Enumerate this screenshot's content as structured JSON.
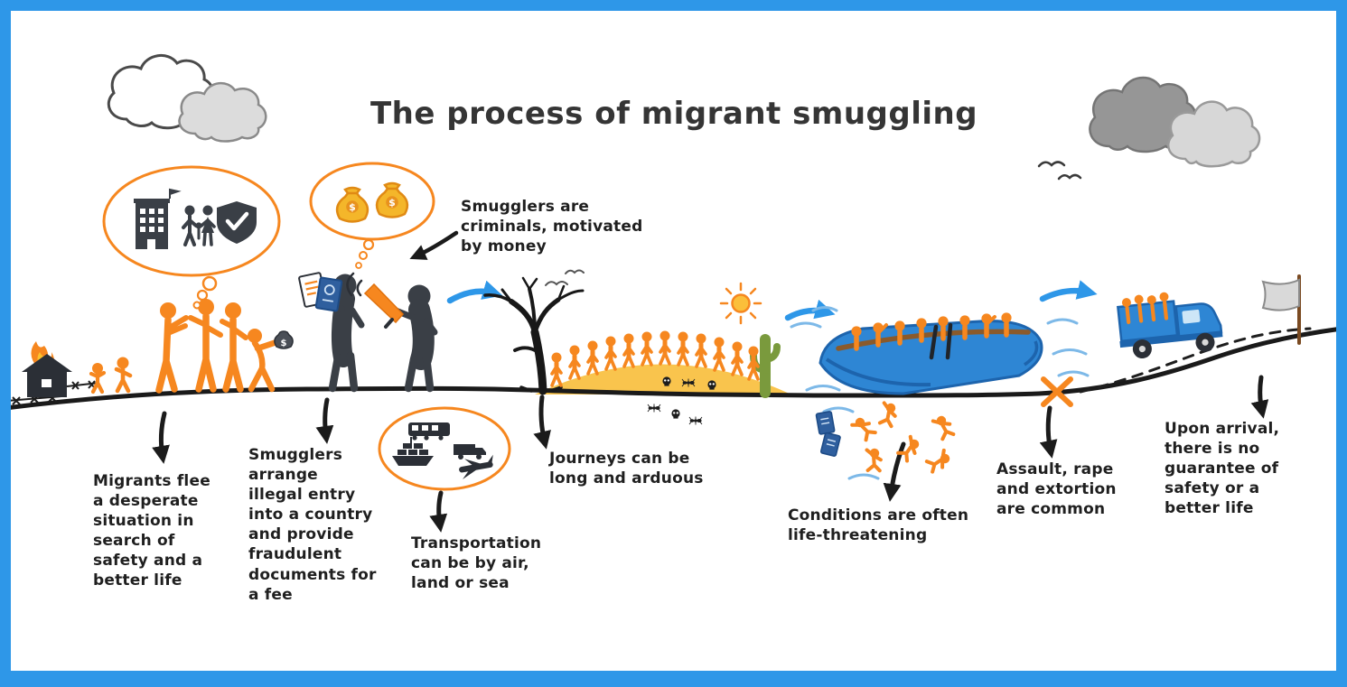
{
  "title": "The process of migrant smuggling",
  "labels": {
    "migrants_flee": "Migrants flee a desperate situation in search of safety and a better life",
    "smugglers_criminals": "Smugglers are criminals, motivated by money",
    "smugglers_arrange": "Smugglers arrange illegal entry into a country and provide fraudulent documents for a fee",
    "transportation": "Transportation can be by air, land or sea",
    "journeys": "Journeys can be long and arduous",
    "conditions": "Conditions are often life-threatening",
    "assault": "Assault, rape and extortion are common",
    "arrival": "Upon arrival, there is no guarantee of safety or a better life"
  },
  "symbols": {
    "dollar": "$"
  },
  "illustrations": [
    "fair-clouds-icon",
    "storm-clouds-icon",
    "birds-icon",
    "burning-house-icon",
    "barbed-wire-icon",
    "migrant-figures-icon",
    "safety-thought-bubble-icon",
    "building-icon",
    "family-icon",
    "shield-check-icon",
    "smuggler-figures-icon",
    "megaphone-icon",
    "passport-documents-icon",
    "money-bag-icon",
    "money-thought-bubble-icon",
    "transport-modes-icon",
    "ship-icon",
    "train-icon",
    "small-truck-icon",
    "plane-icon",
    "dead-tree-icon",
    "desert-dune-icon",
    "sun-icon",
    "cactus-icon",
    "skull-icon",
    "ant-icon",
    "walking-migrants-icon",
    "rubber-boat-icon",
    "water-waves-icon",
    "drowning-figures-icon",
    "floating-documents-icon",
    "route-cross-icon",
    "smuggling-truck-icon",
    "destination-flag-icon",
    "dashed-road-icon",
    "horizon-line"
  ],
  "colors": {
    "frame_blue": "#2E97E8",
    "arrow_blue": "#2E97E8",
    "migrant_orange": "#F6871F",
    "smuggler_dark": "#3A3F46",
    "sand_yellow": "#F9C44D",
    "boat_blue": "#2E86D4",
    "water_blue": "#7DB9E8",
    "cactus_green": "#7A9A3D",
    "money_gold": "#F4B62A",
    "flag_gray": "#D9D9D9",
    "text_dark": "#1F1F1F"
  }
}
